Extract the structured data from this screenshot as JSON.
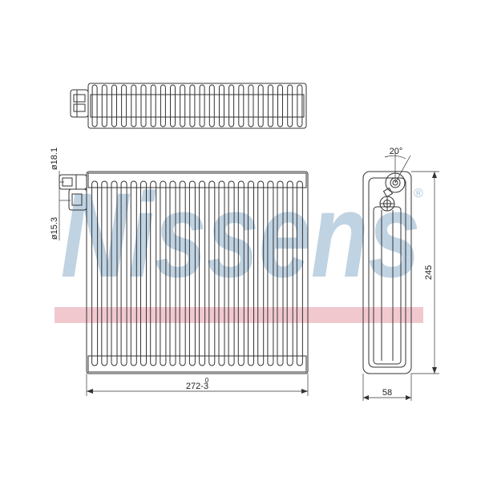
{
  "watermark": {
    "brand": "Nissens",
    "registered_mark": "®",
    "brand_color": "#a9c4da",
    "stripe_color": "#f2c8cf"
  },
  "dimensions": {
    "width_label": "272-3",
    "width_tolerance": "0",
    "height_label": "245",
    "depth_label": "58",
    "angle_label": "20°",
    "pipe_upper_label": "ø18.1",
    "pipe_lower_label": "ø15.3"
  },
  "drawing": {
    "line_color": "#333333",
    "fin_count": 22
  }
}
